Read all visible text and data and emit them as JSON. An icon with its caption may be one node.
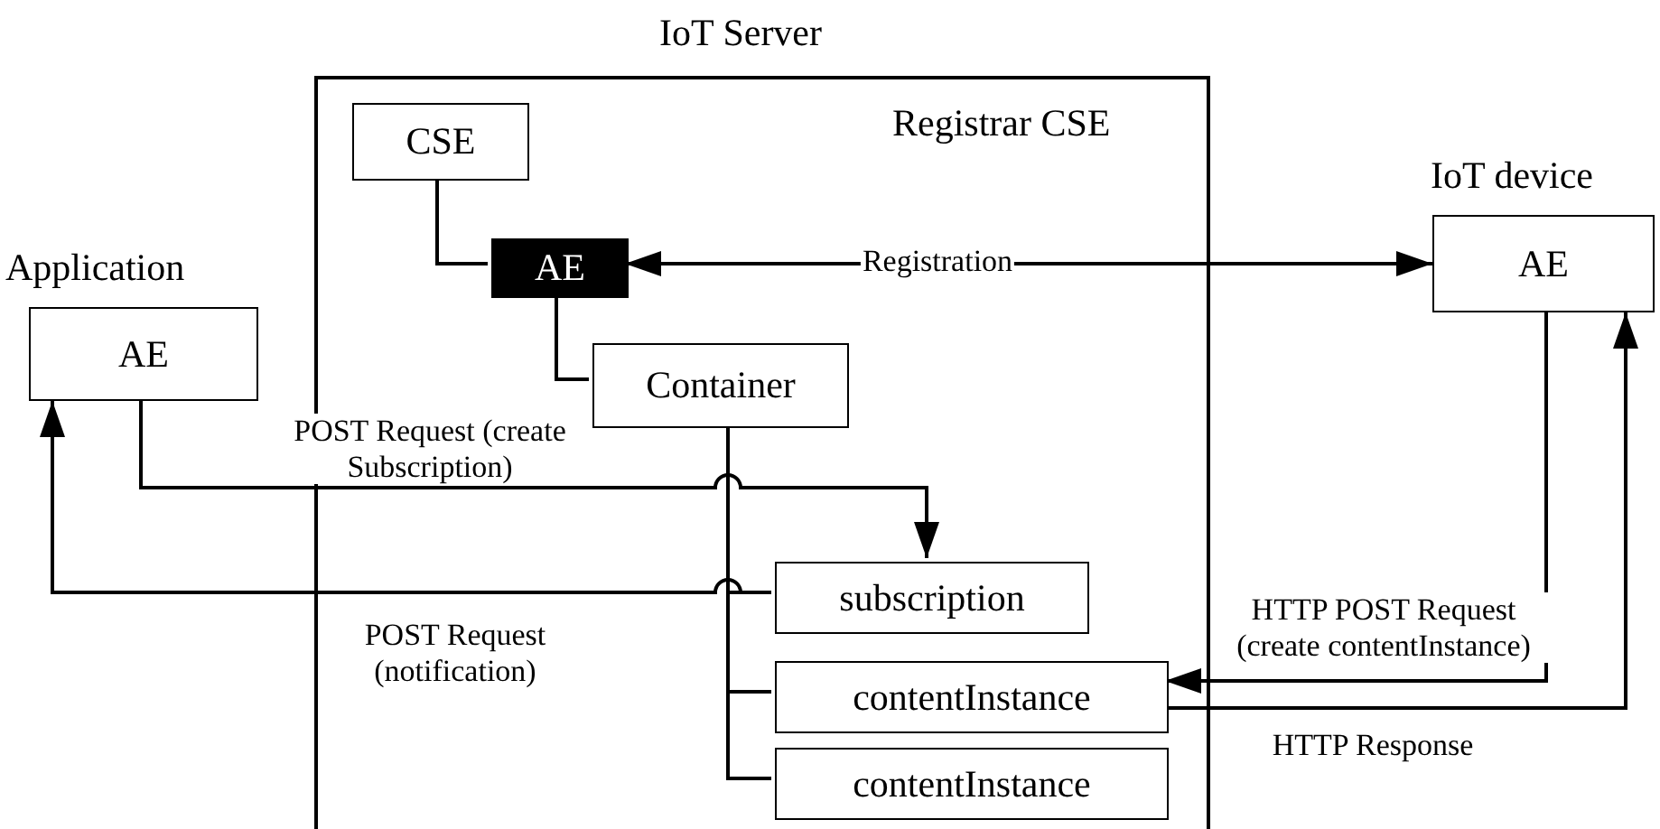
{
  "diagram": {
    "nodes": [
      {
        "text": [
          "IoT Server",
          "Registrar CSE"
        ]
      },
      {
        "text": [
          "CSE"
        ],
        "in": 0
      },
      {
        "text": [
          "AE"
        ],
        "in": 0
      },
      {
        "text": [
          "Container"
        ],
        "in": 0
      },
      {
        "text": [
          "subscription"
        ],
        "in": 0
      },
      {
        "text": [
          "contentInstance"
        ],
        "in": 0
      },
      {
        "text": [
          "contentInstance"
        ],
        "in": 0
      },
      {
        "text": [
          "Application",
          "AE"
        ]
      },
      {
        "text": [
          "IoT device",
          "AE"
        ]
      }
    ],
    "edges": [
      {
        "from": 1,
        "to": 2,
        "arrow": "none"
      },
      {
        "from": 2,
        "to": 3,
        "arrow": "none"
      },
      {
        "from": 3,
        "to": 4,
        "arrow": "none"
      },
      {
        "from": 3,
        "to": 5,
        "arrow": "none"
      },
      {
        "from": 3,
        "to": 6,
        "arrow": "none"
      },
      {
        "from": 2,
        "to": 8,
        "arrow": "both",
        "label": "Registration"
      },
      {
        "from": 7,
        "to": 4,
        "arrow": "to",
        "label": "POST Request (create Subscription)"
      },
      {
        "from": 4,
        "to": 7,
        "arrow": "to",
        "label": "POST Request (notification)"
      },
      {
        "from": 8,
        "to": 5,
        "arrow": "to",
        "label": "HTTP POST Request (create contentInstance)"
      },
      {
        "from": 5,
        "to": 8,
        "arrow": "to",
        "label": "HTTP Response"
      }
    ]
  }
}
